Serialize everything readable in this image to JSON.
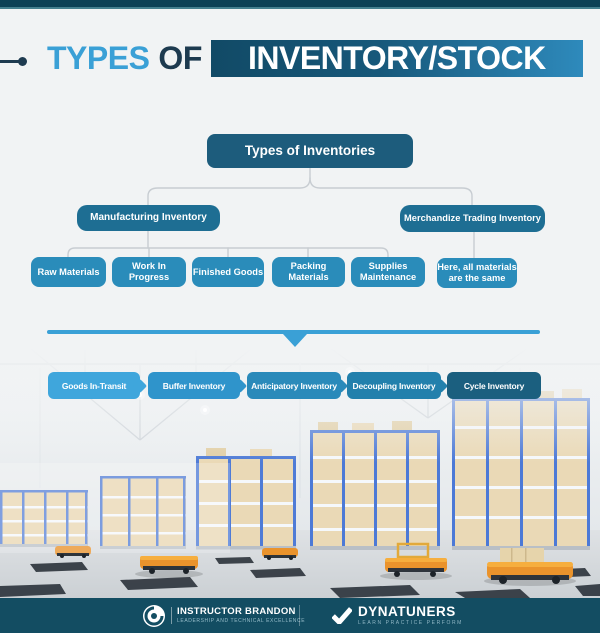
{
  "header": {
    "title_accent": "TYPES",
    "title_connector": "OF",
    "title_highlight": "INVENTORY/STOCK"
  },
  "diagram": {
    "root_label": "Types of Inventories",
    "branches": [
      {
        "label": "Manufacturing Inventory",
        "children": [
          "Raw Materials",
          "Work In Progress",
          "Finished Goods",
          "Packing Materials",
          "Supplies Maintenance"
        ]
      },
      {
        "label": "Merchandize Trading Inventory",
        "children": [
          "Here, all materials are the same"
        ]
      }
    ]
  },
  "flow_row": {
    "items": [
      {
        "label": "Goods In-Transit",
        "color": "#3fa6dc"
      },
      {
        "label": "Buffer Inventory",
        "color": "#2f94cb"
      },
      {
        "label": "Anticipatory Inventory",
        "color": "#2a8aba"
      },
      {
        "label": "Decoupling Inventory",
        "color": "#2280ac"
      },
      {
        "label": "Cycle Inventory",
        "color": "#1b5f7f"
      }
    ]
  },
  "footer": {
    "brand_left": {
      "name": "INSTRUCTOR BRANDON",
      "tagline": "LEADERSHIP AND TECHNICAL EXCELLENCE"
    },
    "brand_right": {
      "name": "DYNATUNERS",
      "tagline": "LEARN PRACTICE PERFORM"
    }
  },
  "colors": {
    "accent": "#3aa0d6",
    "title_dark": "#1d3a4f",
    "topbar": "#0d4156",
    "level1": "#1d5c7c",
    "level2": "#1e6e93",
    "level3": "#2a8cba",
    "highlight_start": "#114a66",
    "highlight_end": "#2e8abc",
    "footer_bg": "#134d62"
  }
}
